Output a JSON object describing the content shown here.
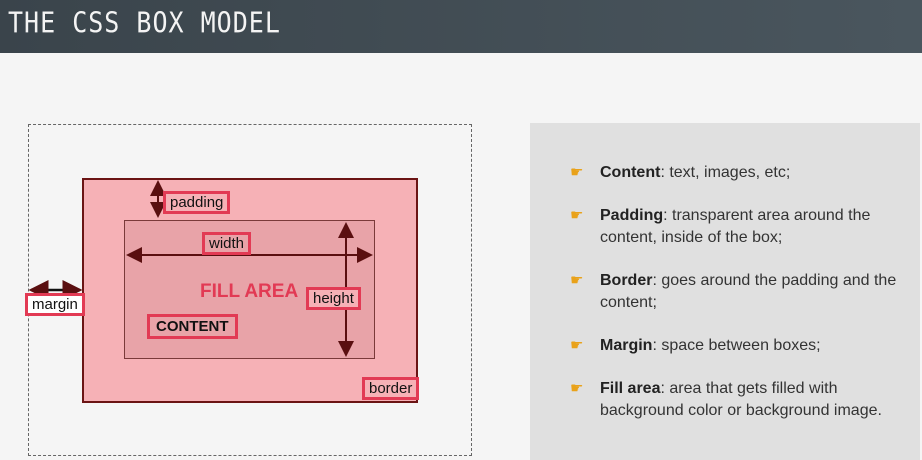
{
  "header": {
    "title": "THE CSS BOX MODEL"
  },
  "diagram": {
    "labels": {
      "padding": "padding",
      "width": "width",
      "height": "height",
      "fill_area": "FILL AREA",
      "content": "CONTENT",
      "margin": "margin",
      "border": "border"
    },
    "colors": {
      "fill": "#f6b1b6",
      "content_fill": "#e8a3a8",
      "border": "#6b1414",
      "label_outline": "#e23a54",
      "arrow": "#5a0f10"
    }
  },
  "definitions": {
    "icon": "pointing-hand-icon",
    "items": [
      {
        "term": "Content",
        "text": ": text, images, etc;"
      },
      {
        "term": "Padding",
        "text": ": transparent area around the content, inside of the box;"
      },
      {
        "term": "Border",
        "text": ": goes around the padding and the content;"
      },
      {
        "term": "Margin",
        "text": ": space between boxes;"
      },
      {
        "term": "Fill area",
        "text": ": area that gets filled with background color or background image."
      }
    ]
  }
}
